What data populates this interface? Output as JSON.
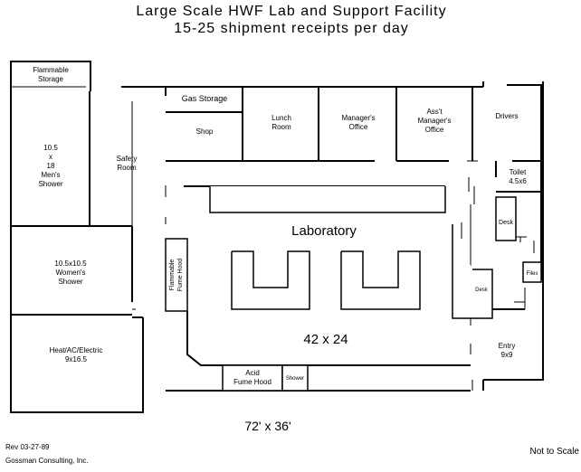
{
  "title": {
    "line1": "Large Scale HWF Lab and Support Facility",
    "line2": "15-25 shipment receipts per day"
  },
  "rooms": {
    "flammable_storage": [
      "Flammable",
      "Storage"
    ],
    "mens_shower": [
      "10.5",
      "x",
      "18",
      "Men's",
      "Shower"
    ],
    "safety_room": [
      "Safety",
      "Room"
    ],
    "gas_storage": "Gas Storage",
    "shop": "Shop",
    "lunch_room": [
      "Lunch",
      "Room"
    ],
    "managers_office": [
      "Manager's",
      "Office"
    ],
    "asst_managers_office": [
      "Ass't",
      "Manager's",
      "Office"
    ],
    "drivers": "Drivers",
    "toilet": [
      "Toilet",
      "4.5x6"
    ],
    "womens_shower": [
      "10.5x10.5",
      "Women's",
      "Shower"
    ],
    "laboratory": "Laboratory",
    "lab_size": "42  x  24",
    "flammable_fume_hood": [
      "Flammable",
      "Fume Hood"
    ],
    "acid_fume_hood": [
      "Acid",
      "Fume Hood"
    ],
    "shower": "Shower",
    "desk_upper": "Desk",
    "desk_lower": "Desk",
    "files": "Files",
    "entry": [
      "Entry",
      "9x9"
    ],
    "heat_ac_electric": [
      "Heat/AC/Electric",
      "9x16.5"
    ]
  },
  "footer": {
    "overall_size": "72'  x  36'",
    "revision": "Rev 03-27-89",
    "company": "Gossman Consulting, Inc.",
    "scale_note": "Not to Scale"
  }
}
